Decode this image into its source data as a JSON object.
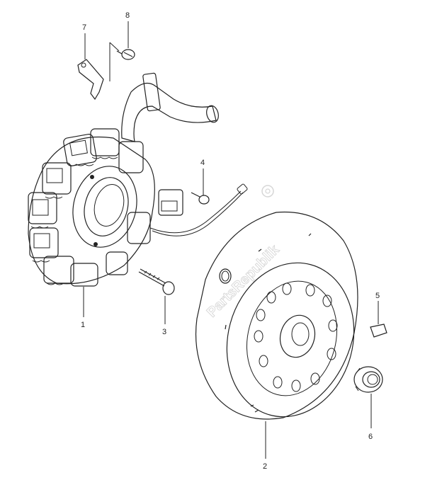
{
  "watermark": "PartsRepublik",
  "callouts": [
    {
      "id": "1",
      "part": "stator coil"
    },
    {
      "id": "2",
      "part": "flywheel rotor"
    },
    {
      "id": "3",
      "part": "stator screw"
    },
    {
      "id": "4",
      "part": "wire clamp screw"
    },
    {
      "id": "5",
      "part": "woodruff key"
    },
    {
      "id": "6",
      "part": "rotor nut"
    },
    {
      "id": "7",
      "part": "wire clamp"
    },
    {
      "id": "8",
      "part": "clamp screw"
    }
  ]
}
